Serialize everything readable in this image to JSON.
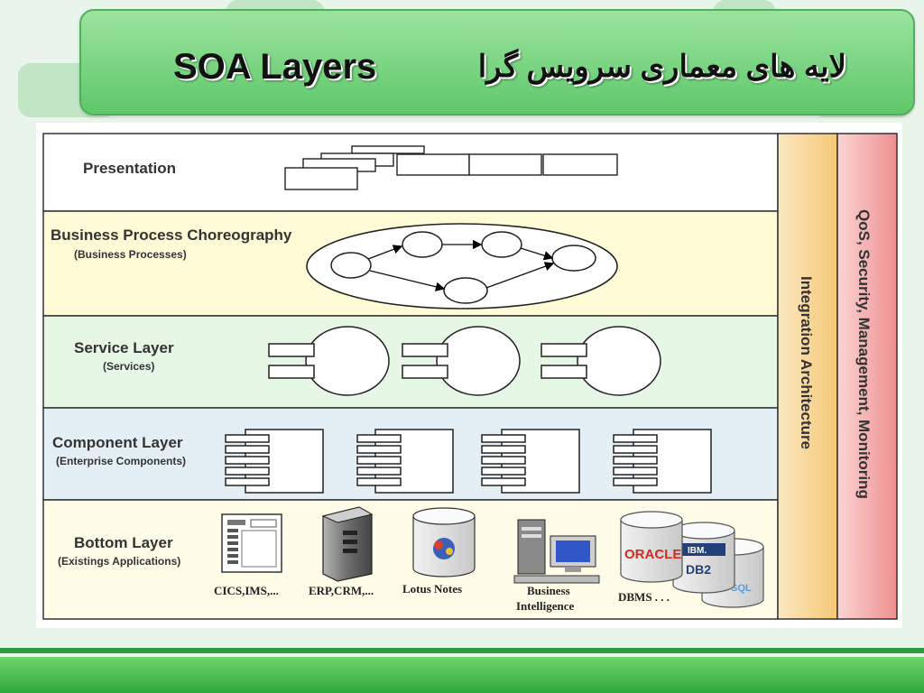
{
  "title": {
    "english": "SOA Layers",
    "persian": "لایه های معماری سرویس گرا"
  },
  "layers": [
    {
      "name": "Presentation",
      "sub": ""
    },
    {
      "name": "Business Process Choreography",
      "sub": "(Business Processes)"
    },
    {
      "name": "Service Layer",
      "sub": "(Services)"
    },
    {
      "name": "Component Layer",
      "sub": "(Enterprise Components)"
    },
    {
      "name": "Bottom Layer",
      "sub": "(Existings Applications)"
    }
  ],
  "side_columns": {
    "integration": "Integration Architecture",
    "qos": "QoS, Security, Management, Monitoring"
  },
  "bottom_items": {
    "cics": "CICS,IMS,...",
    "erp": "ERP,CRM,...",
    "lotus": "Lotus Notes",
    "bi_line1": "Business",
    "bi_line2": "Intelligence",
    "dbms": "DBMS . . .",
    "oracle_logo": "ORACLE",
    "ibm_logo": "IBM.",
    "db2_logo": "DB2",
    "sql_logo": "SQL"
  },
  "colors": {
    "title_green": "#5fc86a",
    "presentation_bg": "#ffffff",
    "business_bg": "#fffbd6",
    "service_bg": "#e6f7e6",
    "component_bg": "#e3eff5",
    "bottom_bg": "#fffde8",
    "integration_bg": "#fbd9a0",
    "qos_bg": "#f2a2a2"
  }
}
